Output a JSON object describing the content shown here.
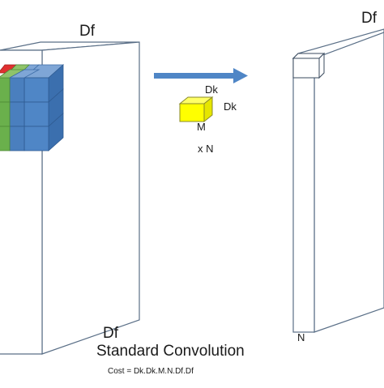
{
  "diagram": {
    "title": "Standard Convolution",
    "cost": "Cost = Dk.Dk.M.N.Df.Df",
    "input_volume": {
      "width_label": "Df",
      "height_label": "Df"
    },
    "kernel": {
      "top_label": "Dk",
      "side_label": "Dk",
      "depth_label": "M",
      "count_label": "x N",
      "color": "#ffff00"
    },
    "output_volume": {
      "top_label": "Df",
      "depth_label": "N"
    },
    "colors": {
      "cube_blue": "#4f86c6",
      "cube_green": "#6ab04c",
      "cube_red": "#e03030",
      "arrow": "#4f86c6",
      "outline": "#5a6f87"
    }
  }
}
